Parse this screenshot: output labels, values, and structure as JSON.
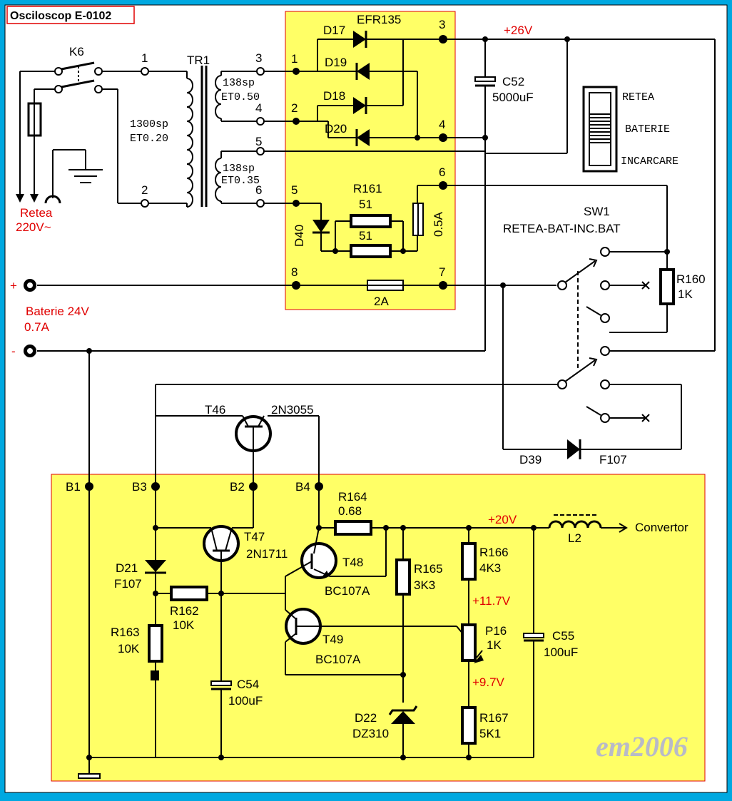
{
  "title": "Osciloscop E-0102",
  "signature": "em2006",
  "colors": {
    "background": "#00a8e0",
    "panel": "#ffff66",
    "red": "#e00000"
  },
  "mains": {
    "switch": "K6",
    "label1": "Retea",
    "label2": "220V~",
    "t1": "1",
    "t2": "2"
  },
  "transformer": {
    "name": "TR1",
    "primary1": "1300sp",
    "primary2": "ET0.20",
    "sec1a": "138sp",
    "sec1b": "ET0.50",
    "sec2a": "138sp",
    "sec2b": "ET0.35",
    "t3": "3",
    "t4": "4",
    "t5": "5",
    "t6": "6"
  },
  "board1": {
    "bridge": "EFR135",
    "d17": "D17",
    "d19": "D19",
    "d18": "D18",
    "d20": "D20",
    "p1": "1",
    "p2": "2",
    "p3": "3",
    "p4": "4",
    "p5": "5",
    "p6": "6",
    "p7": "7",
    "p8": "8",
    "r161": "R161",
    "r161a": "51",
    "r161b": "51",
    "d40": "D40",
    "fuse05": "0.5A",
    "fuse2": "2A"
  },
  "c52": {
    "name": "C52",
    "value": "5000uF"
  },
  "vplus26": "+26V",
  "selector": {
    "l1": "RETEA",
    "l2": "BATERIE",
    "l3": "INCARCARE"
  },
  "sw1": {
    "name": "SW1",
    "desc": "RETEA-BAT-INC.BAT"
  },
  "r160": {
    "name": "R160",
    "value": "1K"
  },
  "battery": {
    "plus": "+",
    "minus": "-",
    "label1": "Baterie 24V",
    "label2": "0.7A"
  },
  "d39": {
    "name": "D39",
    "type": "F107"
  },
  "t46": {
    "name": "T46",
    "type": "2N3055"
  },
  "board2": {
    "b1": "B1",
    "b2": "B2",
    "b3": "B3",
    "b4": "B4",
    "r164": "R164",
    "r164v": "0.68",
    "vplus20": "+20V",
    "l2": "L2",
    "convertor": "Convertor",
    "t47": "T47",
    "t47type": "2N1711",
    "t48": "T48",
    "t48type": "BC107A",
    "t49": "T49",
    "t49type": "BC107A",
    "r165": "R165",
    "r165v": "3K3",
    "r166": "R166",
    "r166v": "4K3",
    "v117": "+11.7V",
    "p16": "P16",
    "p16v": "1K",
    "v97": "+9.7V",
    "r167": "R167",
    "r167v": "5K1",
    "c55": "C55",
    "c55v": "100uF",
    "d21": "D21",
    "d21type": "F107",
    "r162": "R162",
    "r162v": "10K",
    "r163": "R163",
    "r163v": "10K",
    "c54": "C54",
    "c54v": "100uF",
    "d22": "D22",
    "d22type": "DZ310"
  }
}
